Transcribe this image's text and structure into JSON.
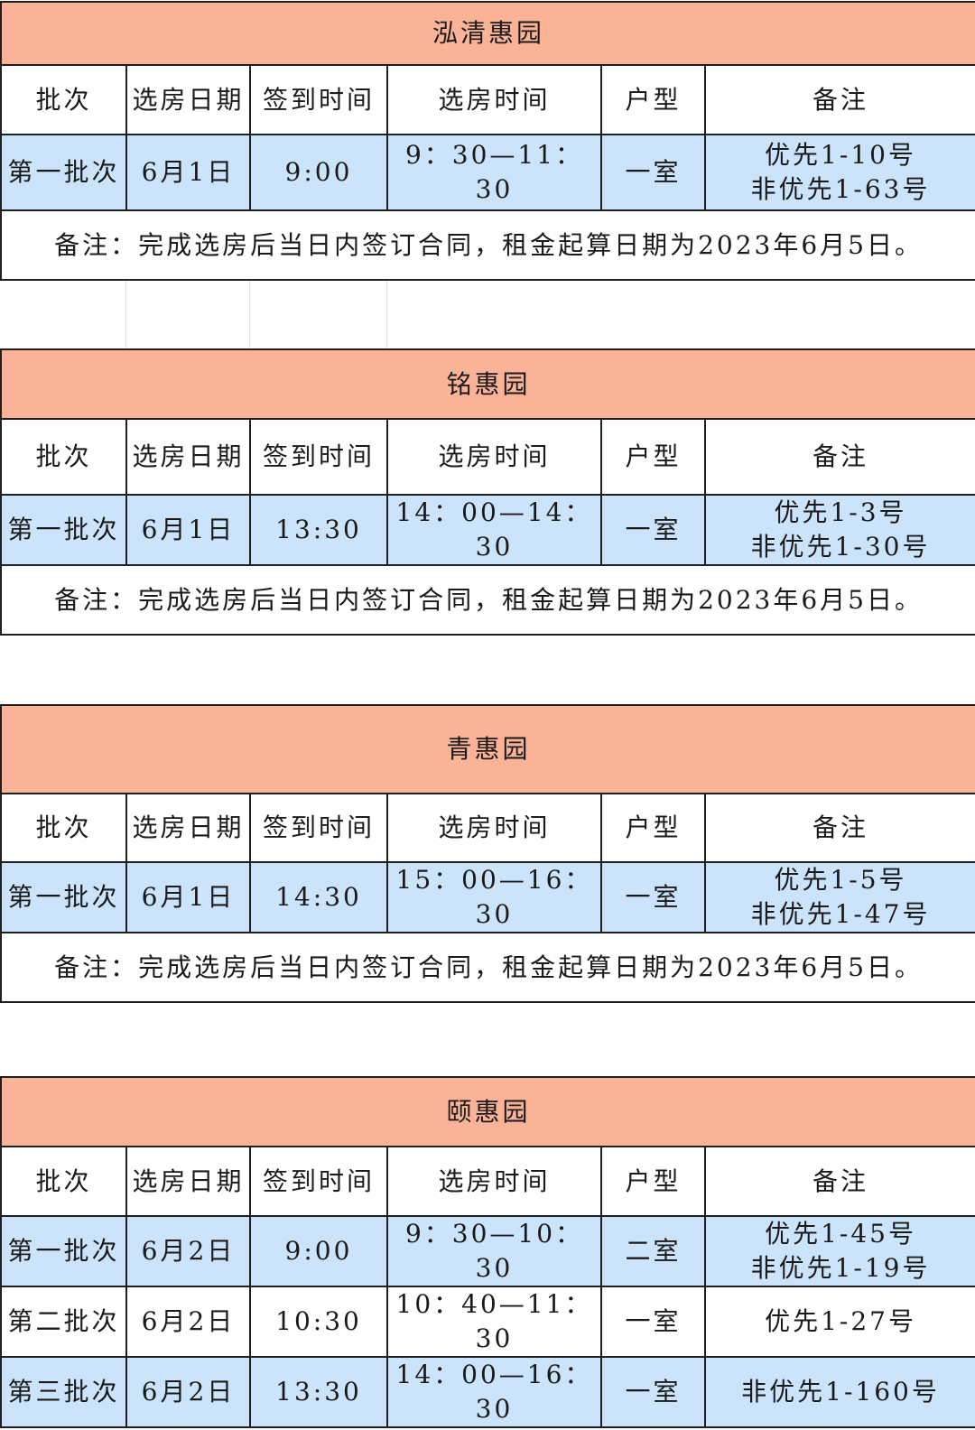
{
  "headers": [
    "批次",
    "选房日期",
    "签到时间",
    "选房时间",
    "户型",
    "备注"
  ],
  "note": "备注：完成选房后当日内签订合同，租金起算日期为2023年6月5日。",
  "sections": [
    {
      "title": "泓清惠园",
      "rows": [
        {
          "batch": "第一批次",
          "date": "6月1日",
          "checkin": "9:00",
          "time": "9：30—11：30",
          "type": "一室",
          "remarks": [
            "优先1-10号",
            "非优先1-63号"
          ]
        }
      ]
    },
    {
      "title": "铭惠园",
      "rows": [
        {
          "batch": "第一批次",
          "date": "6月1日",
          "checkin": "13:30",
          "time": "14：00—14：30",
          "type": "一室",
          "remarks": [
            "优先1-3号",
            "非优先1-30号"
          ]
        }
      ]
    },
    {
      "title": "青惠园",
      "rows": [
        {
          "batch": "第一批次",
          "date": "6月1日",
          "checkin": "14:30",
          "time": "15：00—16：30",
          "type": "一室",
          "remarks": [
            "优先1-5号",
            "非优先1-47号"
          ]
        }
      ]
    },
    {
      "title": "颐惠园",
      "rows": [
        {
          "batch": "第一批次",
          "date": "6月2日",
          "checkin": "9:00",
          "time": "9：30—10：30",
          "type": "二室",
          "remarks": [
            "优先1-45号",
            "非优先1-19号"
          ]
        },
        {
          "batch": "第二批次",
          "date": "6月2日",
          "checkin": "10:30",
          "time": "10：40—11：30",
          "type": "一室",
          "remarks": [
            "优先1-27号"
          ]
        },
        {
          "batch": "第三批次",
          "date": "6月2日",
          "checkin": "13:30",
          "time": "14：00—16：30",
          "type": "一室",
          "remarks": [
            "非优先1-160号"
          ]
        }
      ]
    }
  ],
  "colors": {
    "title_bg": "#fbb398",
    "row_highlight": "#cce4fb",
    "border": "#1f1f1f"
  }
}
